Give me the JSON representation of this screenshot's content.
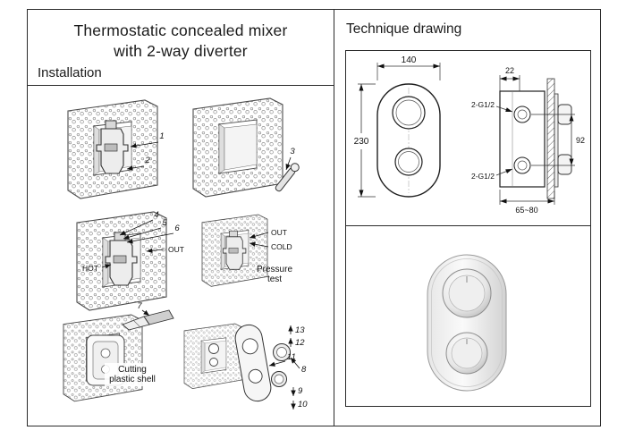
{
  "colors": {
    "ink": "#1a1a1a",
    "frame": "#2a2a2a"
  },
  "left": {
    "title_line1": "Thermostatic concealed mixer",
    "title_line2": "with 2-way diverter",
    "section_label": "Installation",
    "callouts": [
      "1",
      "2",
      "3",
      "4",
      "5",
      "6",
      "7",
      "8",
      "9",
      "10",
      "11",
      "12",
      "13"
    ],
    "labels": {
      "out_c": "OUT",
      "hot": "HOT",
      "out_d": "OUT",
      "cold": "COLD",
      "pressure_line1": "Pressure",
      "pressure_line2": "test",
      "cutting_line1": "Cutting",
      "cutting_line2": "plastic shell"
    }
  },
  "right": {
    "title": "Technique drawing",
    "dims": {
      "width": "140",
      "height": "230",
      "depth_top": "22",
      "side_height": "92",
      "depth_range": "65~80",
      "thread_top": "2-G1/2",
      "thread_bottom": "2-G1/2"
    }
  }
}
